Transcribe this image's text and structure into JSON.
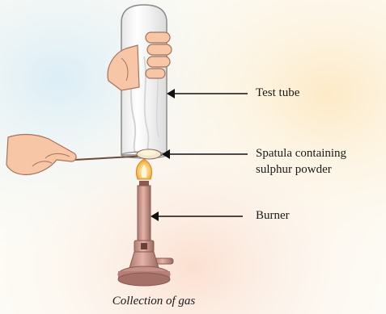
{
  "diagram": {
    "labels": {
      "test_tube": "Test tube",
      "spatula_line1": "Spatula containing",
      "spatula_line2": "sulphur powder",
      "burner": "Burner"
    },
    "caption": "Collection of gas"
  },
  "colors": {
    "tube_fill": "#f2f2f2",
    "tube_stroke": "#8a8a8a",
    "skin": "#f6c6a6",
    "skin_stroke": "#a8725a",
    "flame_outer": "#f3b03a",
    "flame_inner": "#fff4c7",
    "burner_metal": "#c79086",
    "burner_dark": "#8a5a52",
    "background_wash_1": "#dff0f7",
    "background_wash_2": "#fcefd0",
    "background_wash_3": "#fbe3d4"
  }
}
